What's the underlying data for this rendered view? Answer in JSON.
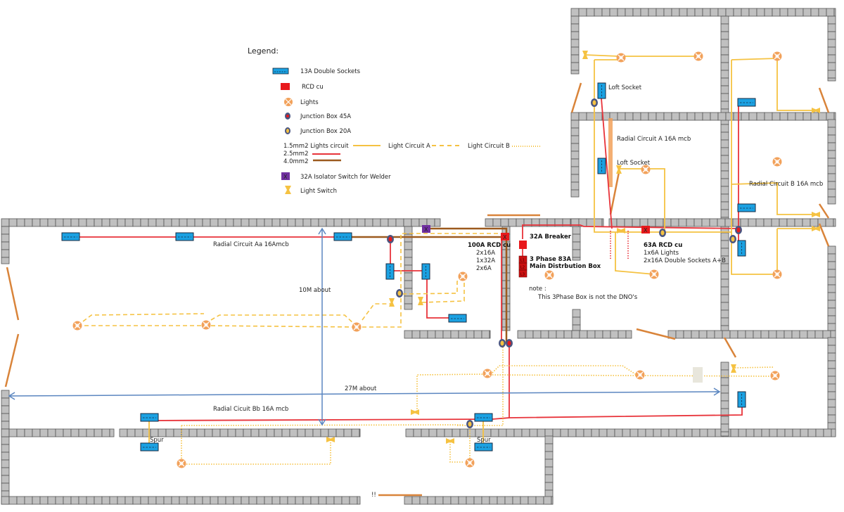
{
  "title": "Garage / Workshop Electrical Wiring Plan",
  "colors": {
    "wall_fill": "#c0c0c0",
    "wall_stroke": "#555555",
    "socket": "#1ba1e2",
    "rcd": "#e8191c",
    "light": "#f2a15a",
    "wire_2_5": "#e8333a",
    "wire_4_0": "#9c5a1e",
    "wire_lights": "#f5c242",
    "isolator": "#7030a0",
    "dimension": "#5b86c0",
    "door": "#d9843a"
  },
  "legend": {
    "title": "Legend:",
    "items": [
      {
        "icon": "double-socket-icon",
        "label": "13A Double Sockets"
      },
      {
        "icon": "rcd-icon",
        "label": "RCD  cu"
      },
      {
        "icon": "light-icon",
        "label": "Lights"
      },
      {
        "icon": "junction-45a-icon",
        "label": "Junction Box 45A"
      },
      {
        "icon": "junction-20a-icon",
        "label": "Junction Box 20A"
      }
    ],
    "cables": {
      "lights": "1.5mm2 Lights circuit",
      "circuit_a": "Light Circuit A",
      "circuit_b": "Light Circuit B",
      "mm2_5": "2.5mm2",
      "mm4_0": "4.0mm2"
    },
    "isolator": {
      "glyph": "X",
      "label": "32A Isolator Switch for Welder"
    },
    "switch": {
      "label": "Light Switch"
    }
  },
  "labels": {
    "radial_aa": "Radial Circuit Aa 16Amcb",
    "radial_bb": "Radial Cicuit Bb 16A mcb",
    "radial_a": "Radial Circuit A 16A mcb",
    "radial_b": "Radial Circuit B 16A mcb",
    "loft_socket_1": "Loft Socket",
    "loft_socket_2": "Loft Socket",
    "spur_1": "Spur",
    "spur_2": "Spur",
    "dim_10m": "10M about",
    "dim_27m": "27M about",
    "rcd100": {
      "title": "100A RCD cu",
      "l1": "2x16A",
      "l2": "1x32A",
      "l3": "2x6A"
    },
    "breaker32": "32A Breaker",
    "three_phase_1": "3 Phase 83A",
    "three_phase_2": "Main Distrbution Box",
    "phases": [
      "L1",
      "L2",
      "L3"
    ],
    "note_title": "note :",
    "note_body": "This 3Phase Box is not the DNO's",
    "rcd63": {
      "title": "63A RCD cu",
      "l1": "1x6A Lights",
      "l2": "2x16A Double Sockets A+B"
    },
    "rcd_glyph": "X",
    "warning": "!!"
  }
}
